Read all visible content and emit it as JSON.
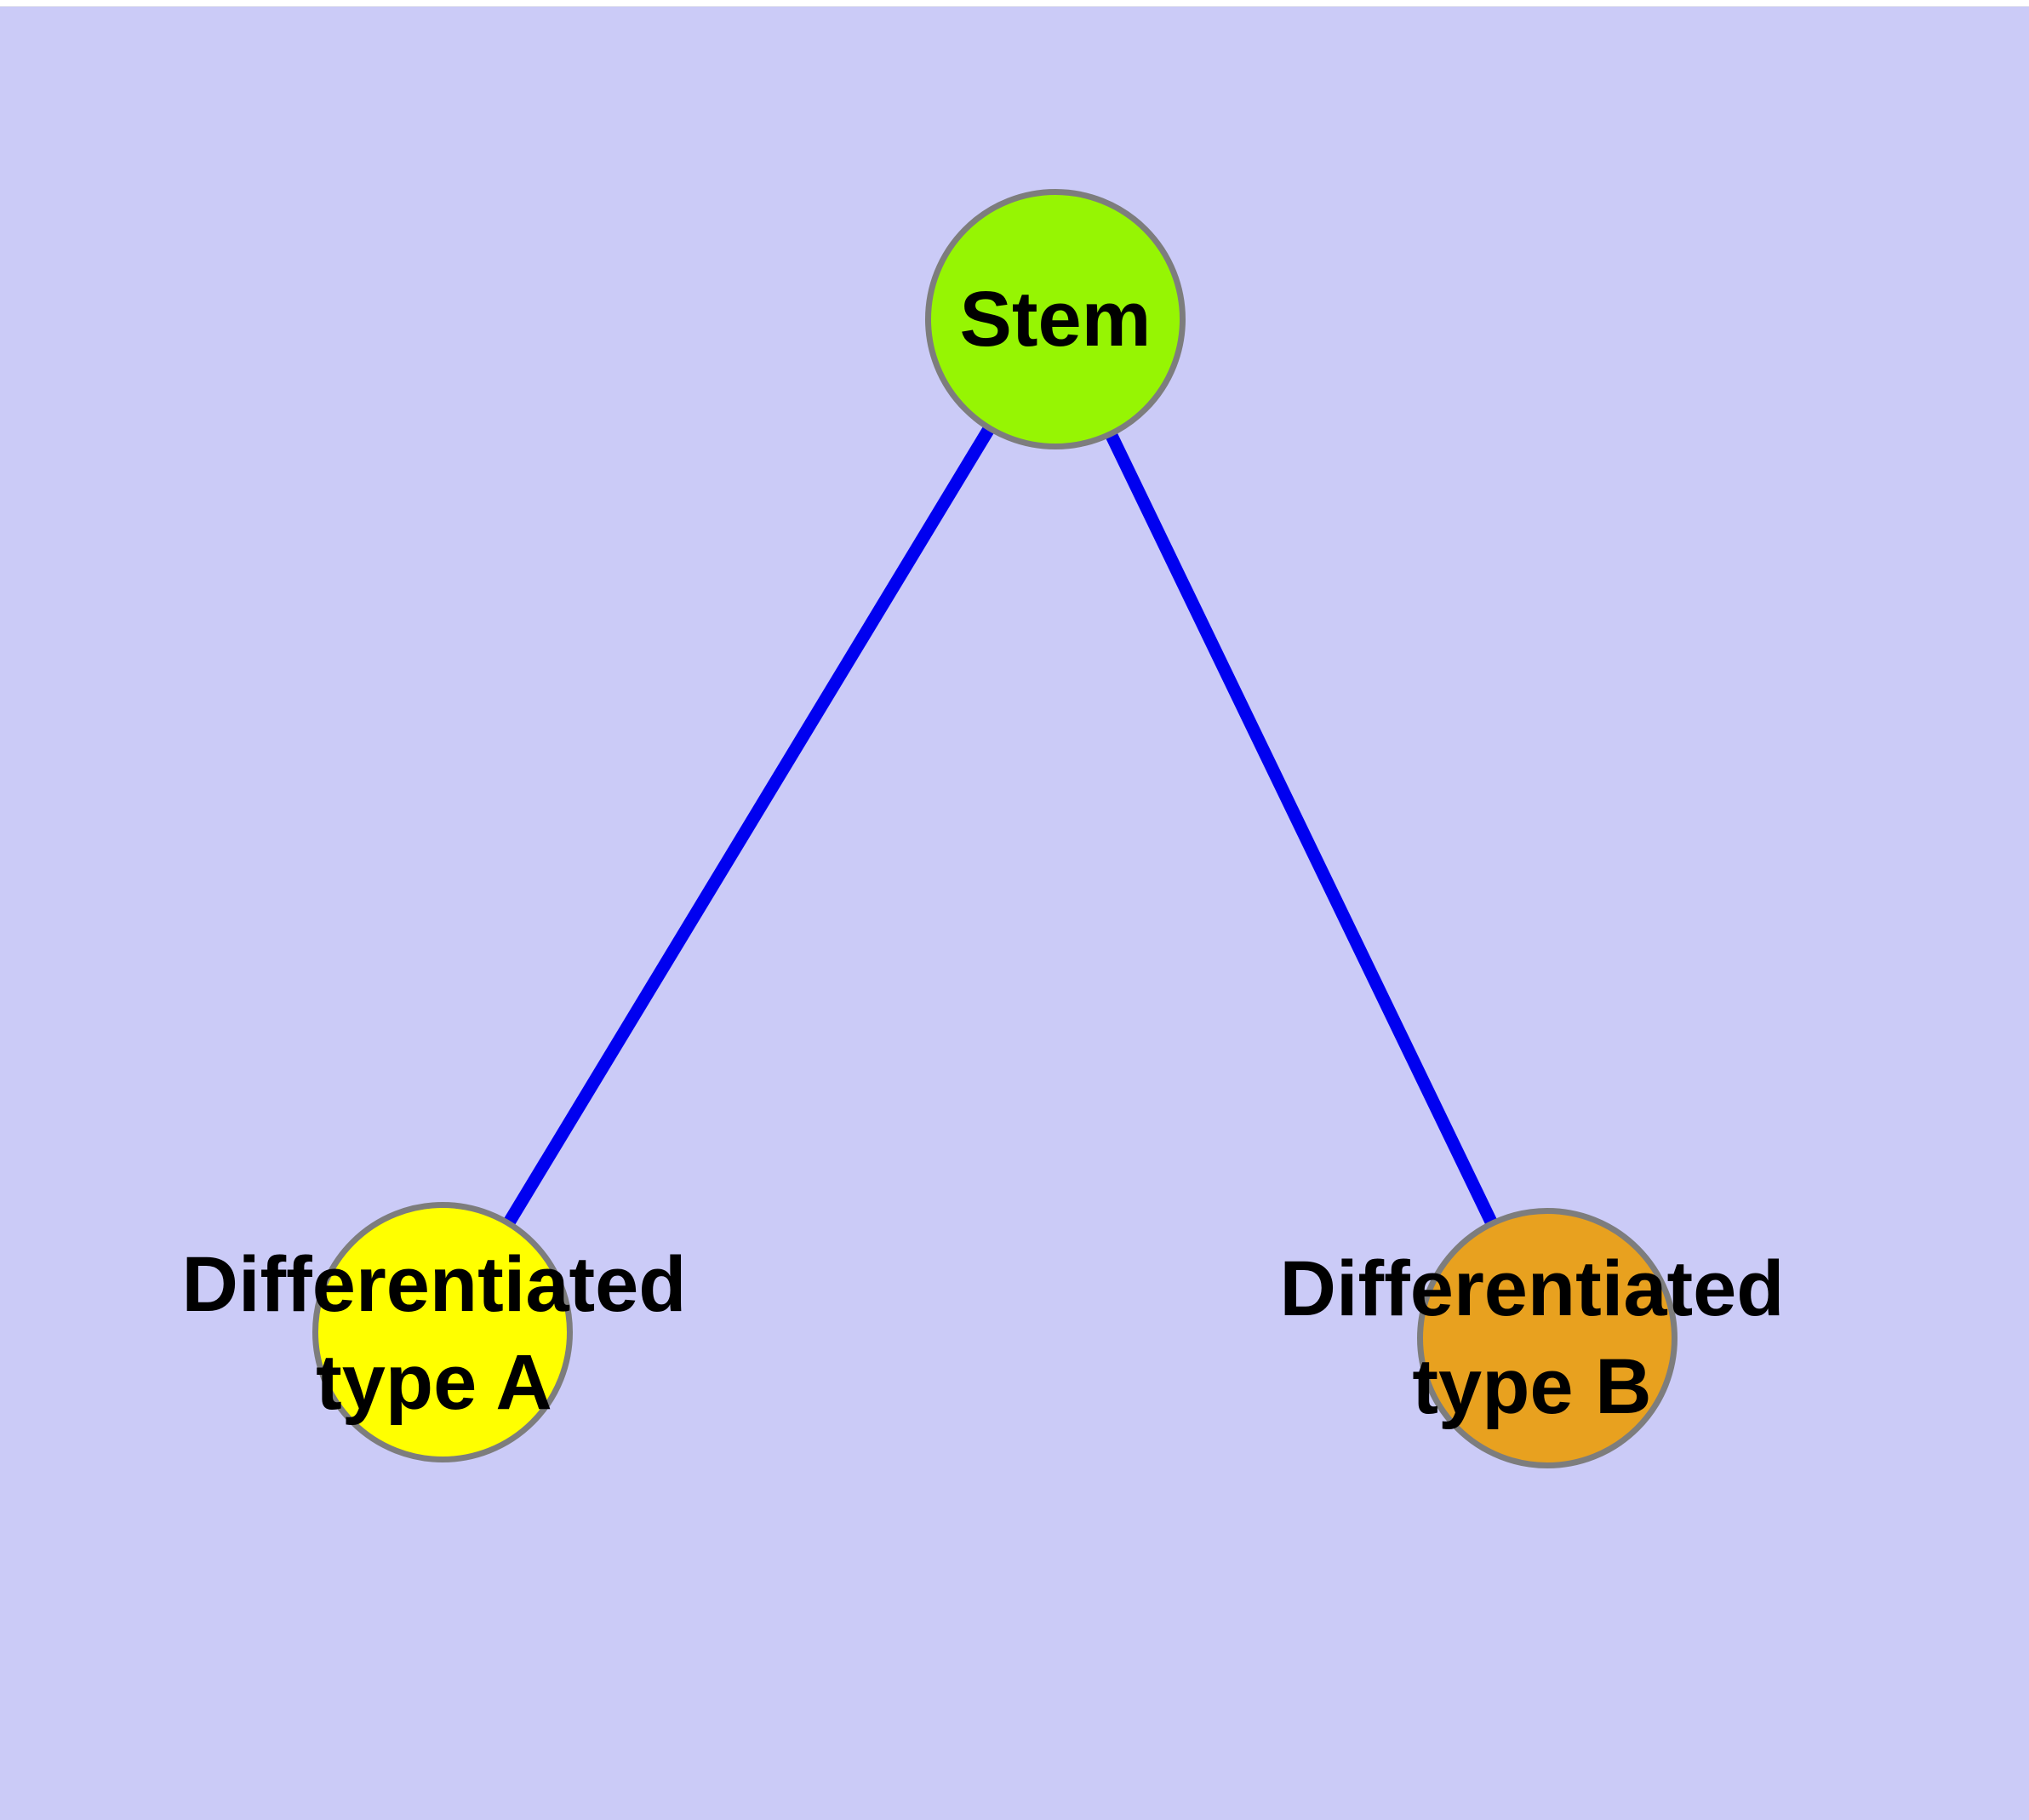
{
  "diagram": {
    "background_color": "#cbcbf7",
    "edge_color": "#0000f0",
    "node_border_color": "#7d7d7d",
    "label_color": "#000000",
    "nodes": [
      {
        "id": "stem",
        "label": "Stem",
        "label_line1": "Stem",
        "label_line2": "",
        "fill": "#96f503"
      },
      {
        "id": "differentiated-type-a",
        "label": "Differentiated type A",
        "label_line1": "Differentiated",
        "label_line2": "type A",
        "fill": "#ffff00"
      },
      {
        "id": "differentiated-type-b",
        "label": "Differentiated type B",
        "label_line1": "Differentiated",
        "label_line2": "type B",
        "fill": "#e8a11f"
      }
    ],
    "edges": [
      {
        "from": "Stem",
        "to": "Differentiated type A"
      },
      {
        "from": "Stem",
        "to": "Differentiated type B"
      }
    ]
  }
}
